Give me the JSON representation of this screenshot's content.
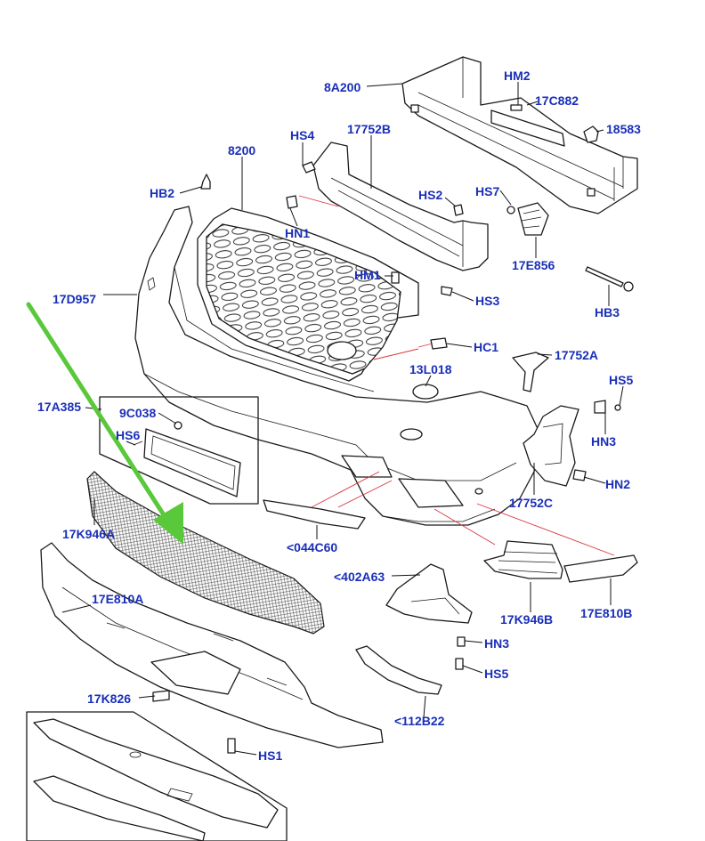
{
  "labels": {
    "8A200": "8A200",
    "HM2": "HM2",
    "17C882": "17C882",
    "18583": "18583",
    "17752B": "17752B",
    "HS4": "HS4",
    "8200": "8200",
    "HB2": "HB2",
    "HS2": "HS2",
    "HS7": "HS7",
    "HN1": "HN1",
    "17E856": "17E856",
    "HM1": "HM1",
    "HS3": "HS3",
    "HB3": "HB3",
    "17D957": "17D957",
    "HC1": "HC1",
    "13L018": "13L018",
    "17752A": "17752A",
    "HS5_top": "HS5",
    "17A385": "17A385",
    "9C038": "9C038",
    "HS6": "HS6",
    "HN3_top": "HN3",
    "HN2": "HN2",
    "17752C": "17752C",
    "044C60": "<044C60",
    "17K946A": "17K946A",
    "402A63": "<402A63",
    "17K946B": "17K946B",
    "17E810B": "17E810B",
    "17E810A": "17E810A",
    "HN3_bot": "HN3",
    "HS5_bot": "HS5",
    "17K826": "17K826",
    "112B22": "<112B22",
    "HS1": "HS1"
  },
  "colors": {
    "label_text": "#1a2fb8",
    "line_art": "#1a1a1a",
    "red_guide": "#d9363e",
    "green_arrow": "#59c83a",
    "background": "#ffffff"
  }
}
